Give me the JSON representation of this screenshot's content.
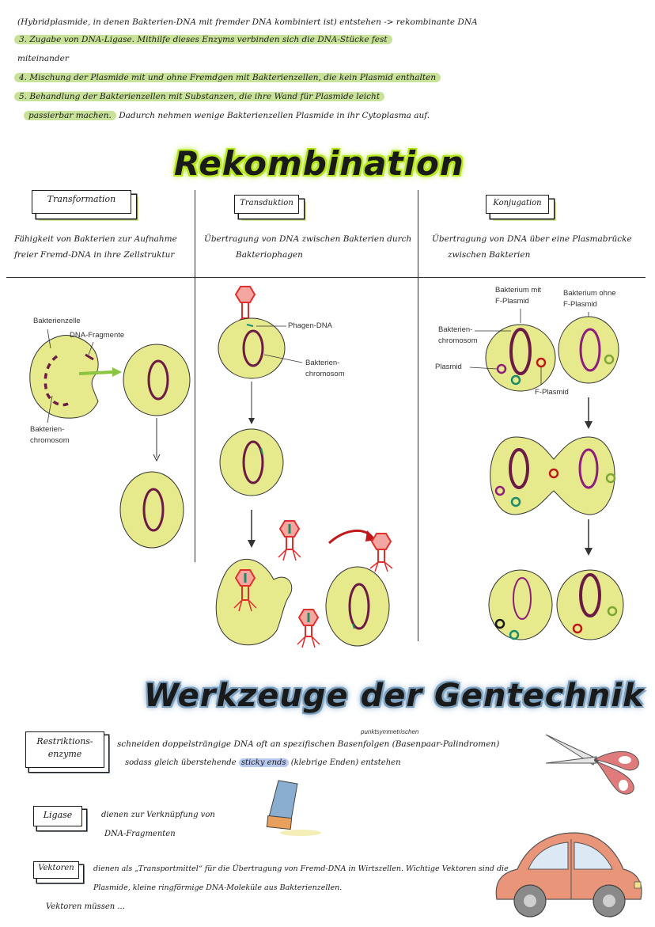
{
  "top_notes": {
    "line1": "(Hybridplasmide, in denen Bakterien-DNA mit fremder DNA kombiniert ist) entstehen -> rekombinante DNA",
    "line2": "3. Zugabe von DNA-Ligase. Mithilfe dieses Enzyms verbinden sich die DNA-Stücke fest",
    "line3": "miteinander",
    "line4": "4. Mischung der Plasmide mit und ohne Fremdgen mit Bakterienzellen, die kein Plasmid enthalten",
    "line5": "5. Behandlung der Bakterienzellen mit Substanzen, die ihre Wand für Plasmide leicht",
    "line6a": "passierbar machen.",
    "line6b": "Dadurch nehmen wenige Bakterienzellen Plasmide in ihr Cytoplasma auf."
  },
  "rekombination": {
    "title": "Rekombination",
    "transformation": {
      "heading": "Transformation",
      "desc1": "Fähigkeit von Bakterien zur Aufnahme",
      "desc2": "freier Fremd-DNA in ihre Zellstruktur",
      "label_bakterienzelle": "Bakterienzelle",
      "label_dna_fragmente": "DNA-Fragmente",
      "label_chromosom1": "Bakterien-",
      "label_chromosom2": "chromosom"
    },
    "transduktion": {
      "heading": "Transduktion",
      "desc1": "Übertragung von DNA zwischen Bakterien durch",
      "desc2": "Bakteriophagen",
      "label_phagen_dna": "Phagen-DNA",
      "label_chromosom1": "Bakterien-",
      "label_chromosom2": "chromosom"
    },
    "konjugation": {
      "heading": "Konjugation",
      "desc1": "Übertragung von DNA über eine Plasmabrücke",
      "desc2": "zwischen Bakterien",
      "label_mit1": "Bakterium mit",
      "label_mit2": "F-Plasmid",
      "label_ohne1": "Bakterium ohne",
      "label_ohne2": "F-Plasmid",
      "label_chromosom1": "Bakterien-",
      "label_chromosom2": "chromosom",
      "label_plasmid": "Plasmid",
      "label_fplasmid": "F-Plasmid"
    }
  },
  "werkzeuge": {
    "title": "Werkzeuge der Gentechnik",
    "restriktion_box1": "Restriktions-",
    "restriktion_box2": "enzyme",
    "restriktion_note": "punktsymmetrischen",
    "restriktion_text1": "schneiden doppelsträngige DNA oft an spezifischen Basenfolgen (Basenpaar-Palindromen)",
    "restriktion_text2a": "sodass gleich überstehende",
    "restriktion_text2b": "sticky ends",
    "restriktion_text2c": "(klebrige Enden) entstehen",
    "ligase_box": "Ligase",
    "ligase_text1": "dienen zur Verknüpfung von",
    "ligase_text2": "DNA-Fragmenten",
    "vektoren_box": "Vektoren",
    "vektoren_text1": "dienen als „Transportmittel“ für die Übertragung von Fremd-DNA in Wirtszellen. Wichtige Vektoren sind die",
    "vektoren_text2": "Plasmide, kleine ringförmige DNA-Moleküle aus Bakterienzellen.",
    "vektoren_text3": "Vektoren müssen ..."
  },
  "colors": {
    "cell": "#e6ea8c",
    "chromosome": "#6b1b45",
    "highlight": "#c9e29a",
    "phage": "#e0302e"
  }
}
